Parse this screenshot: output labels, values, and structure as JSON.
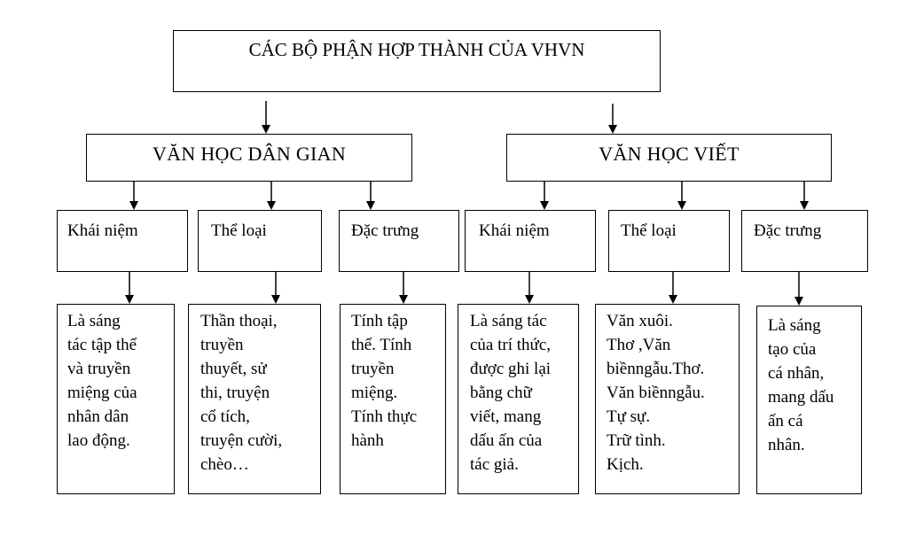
{
  "title": "CÁC BỘ PHẬN HỢP THÀNH CỦA VHVN",
  "branches": [
    {
      "label": "VĂN HỌC DÂN GIAN",
      "columns": [
        {
          "header": "Khái niệm",
          "content": "Là sáng\ntác tập thể\nvà truyền\nmiệng của\nnhân dân\nlao động."
        },
        {
          "header": "Thể loại",
          "content": "Thần thoại,\ntruyền\nthuyết, sử\nthi, truyện\ncổ tích,\ntruyện cười,\nchèo…"
        },
        {
          "header": "Đặc trưng",
          "content": "Tính tập\nthể. Tính\ntruyền\nmiệng.\nTính thực\nhành"
        }
      ]
    },
    {
      "label": "VĂN HỌC VIẾT",
      "columns": [
        {
          "header": "Khái niệm",
          "content": "Là sáng tác\ncủa trí thức,\nđược ghi lại\nbằng chữ\nviết, mang\ndấu ấn của\ntác giả."
        },
        {
          "header": "Thể loại",
          "content": "Văn xuôi.\nThơ  ,Văn\nbiềnngẫu.Thơ.\nVăn biềnngẫu.\nTự sự.\nTrữ tình.\nKịch."
        },
        {
          "header": "Đặc trưng",
          "content": "Là sáng\ntạo của\ncá nhân,\nmang dấu\nấn cá\nnhân."
        }
      ]
    }
  ]
}
